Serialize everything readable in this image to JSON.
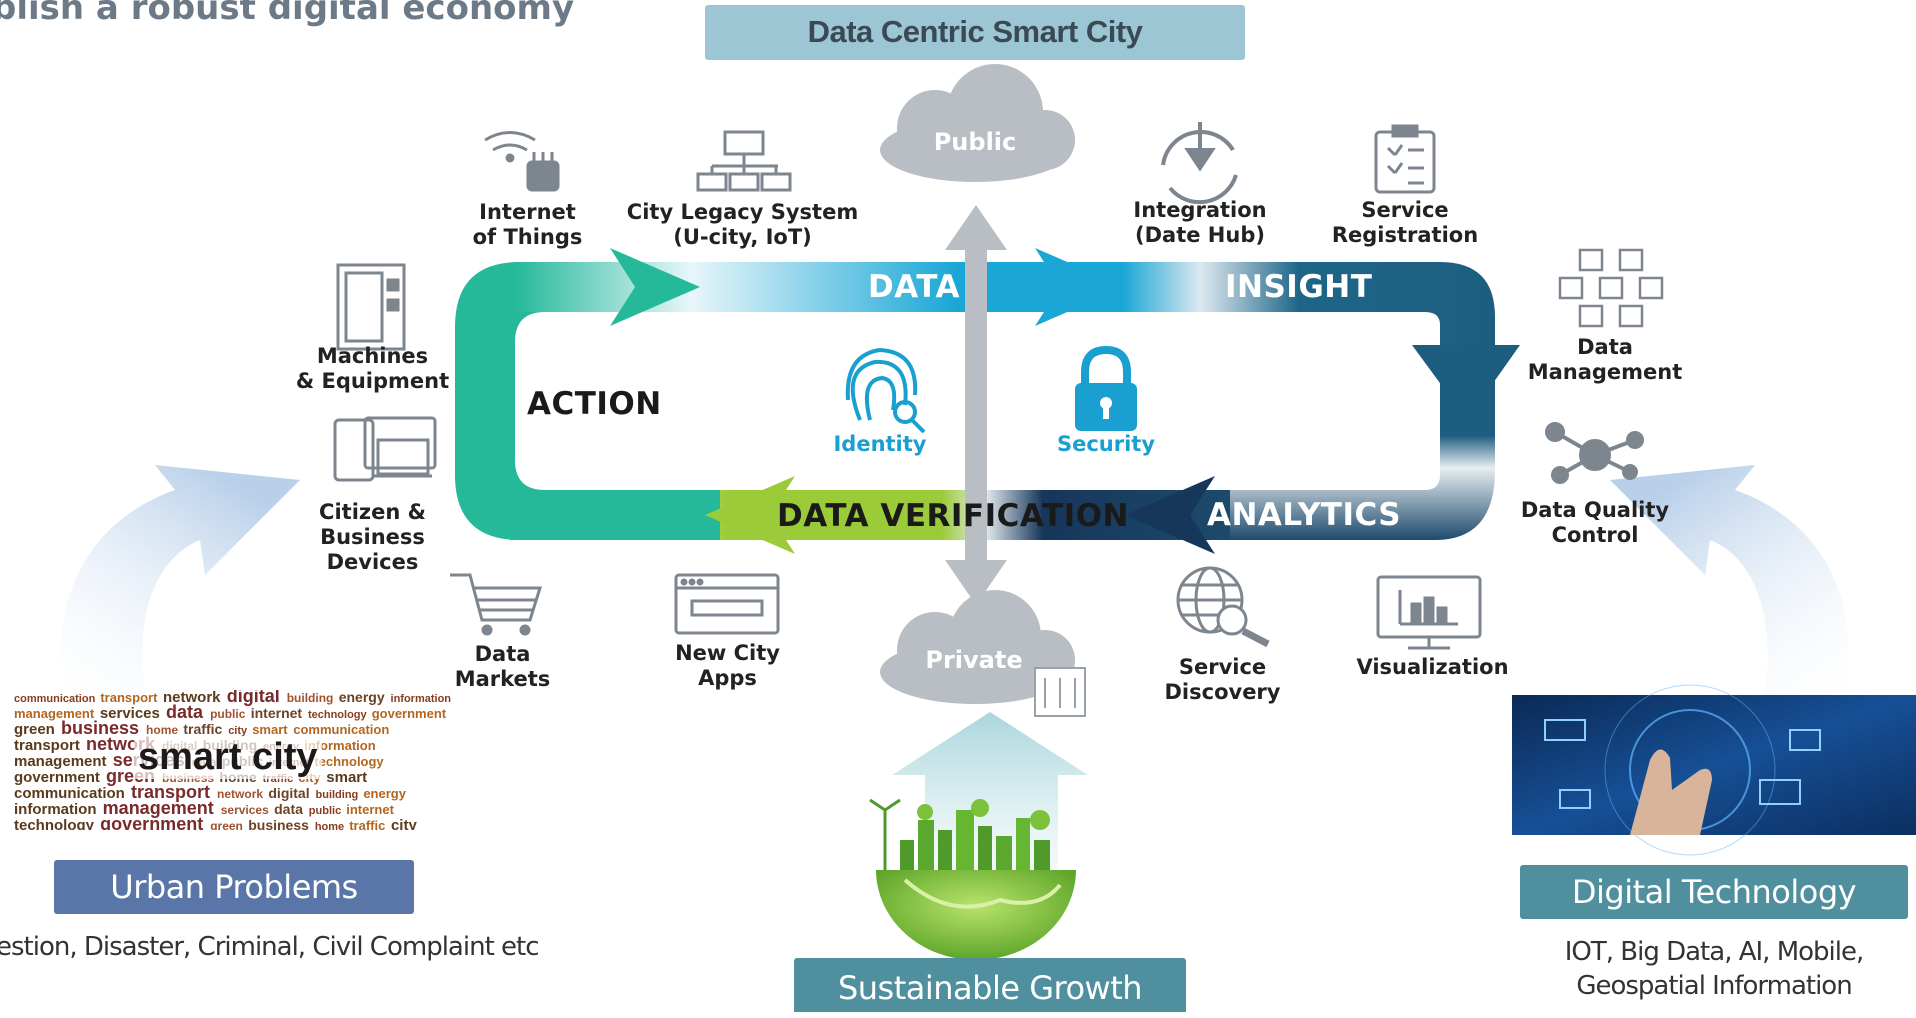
{
  "header": {
    "partial_title": "blish a robust digital economy",
    "main_title": "Data Centric Smart City"
  },
  "cycle": {
    "data": "DATA",
    "insight": "INSIGHT",
    "analytics": "ANALYTICS",
    "verification": "DATA VERIFICATION",
    "action": "ACTION"
  },
  "center": {
    "public": "Public",
    "private": "Private",
    "identity": "Identity",
    "security": "Security"
  },
  "nodes": {
    "iot": [
      "Internet",
      "of Things"
    ],
    "legacy": [
      "City Legacy System",
      "(U-city, IoT)"
    ],
    "integration": [
      "Integration",
      "(Date Hub)"
    ],
    "service_registration": [
      "Service",
      "Registration"
    ],
    "machines": [
      "Machines",
      "& Equipment"
    ],
    "citizen": [
      "Citizen &",
      "Business",
      "Devices"
    ],
    "data_management": [
      "Data",
      "Management"
    ],
    "data_quality": [
      "Data Quality",
      "Control"
    ],
    "data_markets": [
      "Data",
      "Markets"
    ],
    "new_city_apps": [
      "New City",
      "Apps"
    ],
    "service_discovery": [
      "Service",
      "Discovery"
    ],
    "visualization": [
      "Visualization"
    ]
  },
  "bottom": {
    "urban_problems": "Urban Problems",
    "urban_problems_sub": "estion, Disaster, Criminal, Civil Complaint etc",
    "sustainable_growth": "Sustainable Growth",
    "digital_technology": "Digital Technology",
    "digital_technology_sub": [
      "IOT, Big Data, AI, Mobile,",
      "Geospatial Information"
    ]
  },
  "word_cloud": {
    "main": "smart city",
    "words": [
      "communication",
      "transport",
      "network",
      "digital",
      "building",
      "energy",
      "information",
      "management",
      "services",
      "data",
      "public",
      "internet",
      "technology",
      "government",
      "green",
      "business",
      "home",
      "traffic",
      "city",
      "smart"
    ]
  },
  "colors": {
    "title_box": "#9cc6d3",
    "title_text": "#3a4a55",
    "data_band": "#1aa7d6",
    "insight_band": "#1d5e80",
    "analytics_band": "#16365a",
    "verification_band": "#9ccb3a",
    "action_teal": "#25b99a",
    "cloud_gray": "#b9bec4",
    "label_box": "#5a76a8",
    "sustainable_box": "#4f8f9e",
    "icon_gray": "#7d868f",
    "accent_blue": "#1aa0d0"
  }
}
